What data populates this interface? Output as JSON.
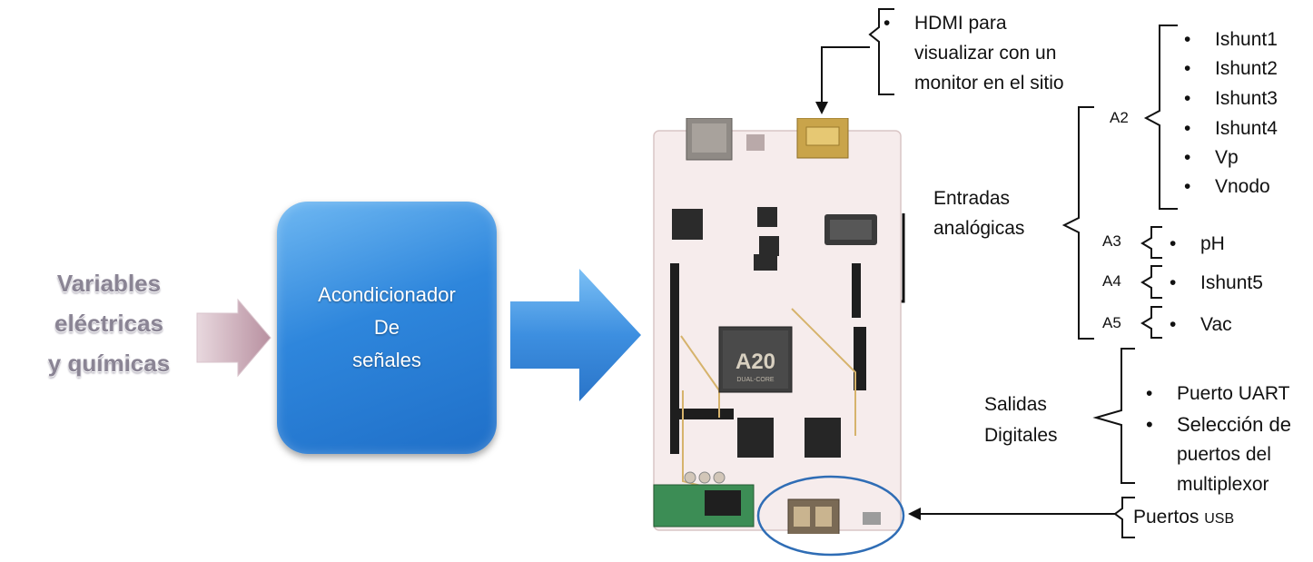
{
  "left": {
    "variables_text": "Variables\neléctricas\ny químicas"
  },
  "conditioner": {
    "label": "Acondicionador\nDe\nseñales"
  },
  "board": {
    "chip_label": "A20",
    "chip_sublabel": "DUAL-CORE"
  },
  "hdmi": {
    "lines": [
      "HDMI para",
      "visualizar con un",
      "monitor en el sitio"
    ]
  },
  "analog": {
    "label_line1": "Entradas",
    "label_line2": "analógicas",
    "a2": {
      "label": "A2",
      "items": [
        "Ishunt1",
        "Ishunt2",
        "Ishunt3",
        "Ishunt4",
        "Vp",
        "Vnodo"
      ]
    },
    "a3": {
      "label": "A3",
      "item": "pH"
    },
    "a4": {
      "label": "A4",
      "item": "Ishunt5"
    },
    "a5": {
      "label": "A5",
      "item": "Vac"
    }
  },
  "digital": {
    "label_line1": "Salidas",
    "label_line2": "Digitales",
    "item1": "Puerto UART",
    "item2_lines": [
      "Selección de",
      "puertos del",
      "multiplexor"
    ]
  },
  "usb": {
    "label_main": "Puertos",
    "label_small": "USB"
  },
  "colors": {
    "conditioner_blue": "#2e86dc",
    "arrow_blue": "#3d8fe0",
    "arrow_pink": "#c9a8b4",
    "usb_ellipse": "#2f6db5"
  }
}
